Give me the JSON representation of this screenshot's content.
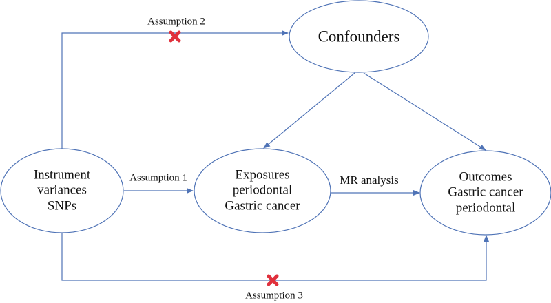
{
  "diagram": {
    "colors": {
      "stroke": "#4f73b6",
      "text": "#111111",
      "cross": "#e0303c"
    },
    "nodes": {
      "confounders": {
        "lines": [
          "Confounders"
        ]
      },
      "instrument": {
        "lines": [
          "Instrument",
          "variances",
          "SNPs"
        ]
      },
      "exposures": {
        "lines": [
          "Exposures",
          "periodontal",
          "Gastric cancer"
        ]
      },
      "outcomes": {
        "lines": [
          "Outcomes",
          "Gastric cancer",
          "periodontal"
        ]
      }
    },
    "edges": {
      "assumption1": {
        "label": "Assumption 1",
        "violated": false
      },
      "mr_analysis": {
        "label": "MR analysis",
        "violated": false
      },
      "assumption2": {
        "label": "Assumption 2",
        "violated": true
      },
      "assumption3": {
        "label": "Assumption 3",
        "violated": true
      }
    },
    "icons": {
      "violation": "red-x-cross-icon"
    }
  }
}
